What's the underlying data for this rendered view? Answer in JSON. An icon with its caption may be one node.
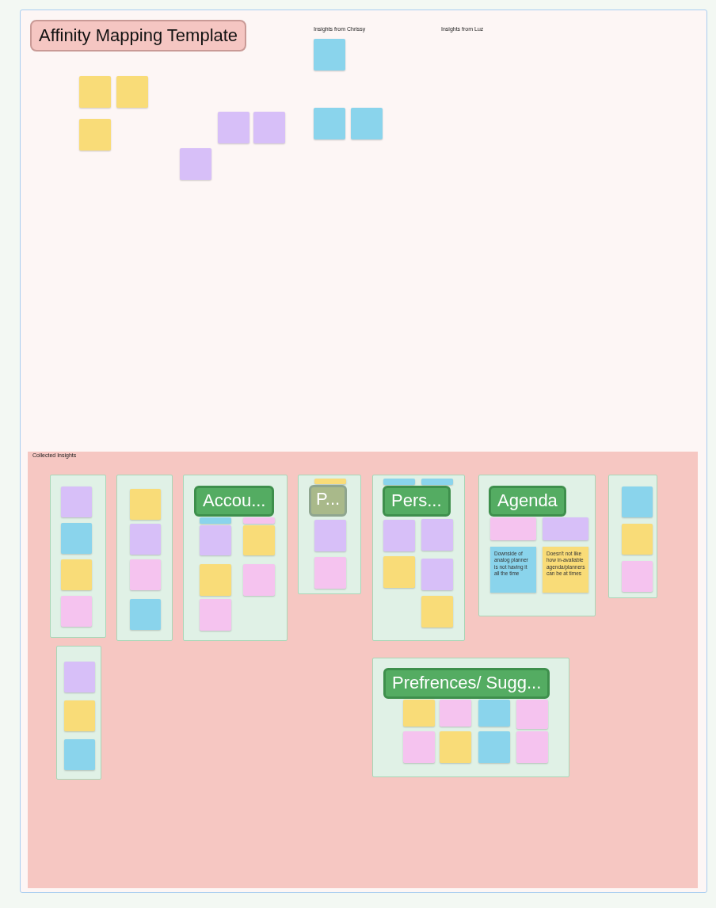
{
  "diagram": {
    "title": "Affinity Mapping Template",
    "nodes": [
      {
        "text": [],
        "shape": "box"
      },
      {
        "text": [],
        "shape": "box"
      },
      {
        "text": [],
        "shape": "box"
      },
      {
        "text": [],
        "shape": "box"
      },
      {
        "text": [],
        "shape": "box"
      },
      {
        "text": [],
        "shape": "box"
      },
      {
        "text": [],
        "shape": "box"
      },
      {
        "text": [],
        "shape": "box"
      },
      {
        "text": [],
        "shape": "box"
      },
      {
        "text": [
          "Collected Insights"
        ]
      },
      {
        "text": [],
        "shape": "box",
        "in": 9
      },
      {
        "text": [],
        "shape": "box",
        "in": 10
      },
      {
        "text": [],
        "shape": "box",
        "in": 10
      },
      {
        "text": [],
        "shape": "box",
        "in": 10
      },
      {
        "text": [],
        "shape": "box",
        "in": 10
      },
      {
        "text": [],
        "shape": "box",
        "in": 9
      },
      {
        "text": [],
        "shape": "box",
        "in": 15
      },
      {
        "text": [],
        "shape": "box",
        "in": 15
      },
      {
        "text": [],
        "shape": "box",
        "in": 15
      },
      {
        "text": [],
        "shape": "box",
        "in": 15
      },
      {
        "text": [],
        "shape": "box",
        "in": 9
      },
      {
        "text": [
          "Accou..."
        ],
        "in": 20
      },
      {
        "text": [],
        "shape": "box",
        "in": 20
      },
      {
        "text": [],
        "shape": "box",
        "in": 20
      },
      {
        "text": [],
        "shape": "box",
        "in": 20
      },
      {
        "text": [],
        "shape": "box",
        "in": 20
      },
      {
        "text": [],
        "shape": "box",
        "in": 20
      },
      {
        "text": [],
        "shape": "box",
        "in": 20
      },
      {
        "text": [],
        "shape": "box",
        "in": 20
      },
      {
        "text": [],
        "shape": "box",
        "in": 9
      },
      {
        "text": [],
        "shape": "box",
        "in": 29
      },
      {
        "text": [],
        "shape": "box",
        "in": 29
      },
      {
        "text": [],
        "shape": "box",
        "in": 29
      },
      {
        "text": [
          "P..."
        ],
        "in": 29
      },
      {
        "text": [],
        "shape": "box",
        "in": 9
      },
      {
        "text": [
          "Pers..."
        ],
        "in": 34
      },
      {
        "text": [],
        "shape": "box",
        "in": 34
      },
      {
        "text": [],
        "shape": "box",
        "in": 34
      },
      {
        "text": [],
        "shape": "box",
        "in": 34
      },
      {
        "text": [],
        "shape": "box",
        "in": 34
      },
      {
        "text": [],
        "shape": "box",
        "in": 34
      },
      {
        "text": [],
        "shape": "box",
        "in": 34
      },
      {
        "text": [],
        "shape": "box",
        "in": 34
      },
      {
        "text": [],
        "shape": "box",
        "in": 9
      },
      {
        "text": [
          "Agenda"
        ],
        "in": 43
      },
      {
        "text": [],
        "shape": "box",
        "in": 43
      },
      {
        "text": [],
        "shape": "box",
        "in": 43
      },
      {
        "text": [
          "Downside of analog planner is not having it all the time"
        ],
        "in": 43
      },
      {
        "text": [
          "Doesn't not like how in-avaliable agenda/planners can be at times"
        ],
        "in": 43
      },
      {
        "text": [],
        "shape": "box",
        "in": 9
      },
      {
        "text": [],
        "shape": "box",
        "in": 49
      },
      {
        "text": [],
        "shape": "box",
        "in": 49
      },
      {
        "text": [],
        "shape": "box",
        "in": 49
      },
      {
        "text": [],
        "shape": "box",
        "in": 9
      },
      {
        "text": [],
        "shape": "box",
        "in": 53
      },
      {
        "text": [],
        "shape": "box",
        "in": 53
      },
      {
        "text": [],
        "shape": "box",
        "in": 53
      },
      {
        "text": [],
        "shape": "box",
        "in": 9
      },
      {
        "text": [
          "Prefrences/ Sugg..."
        ],
        "in": 57
      },
      {
        "text": [],
        "shape": "box",
        "in": 57
      },
      {
        "text": [],
        "shape": "box",
        "in": 57
      },
      {
        "text": [],
        "shape": "box",
        "in": 57
      },
      {
        "text": [],
        "shape": "box",
        "in": 57
      },
      {
        "text": [],
        "shape": "box",
        "in": 57
      },
      {
        "text": [],
        "shape": "box",
        "in": 57
      },
      {
        "text": [],
        "shape": "box",
        "in": 57
      },
      {
        "text": [],
        "shape": "box",
        "in": 57
      }
    ],
    "labels": [
      "Insights from Chrissy",
      "Insights from Luz"
    ]
  }
}
